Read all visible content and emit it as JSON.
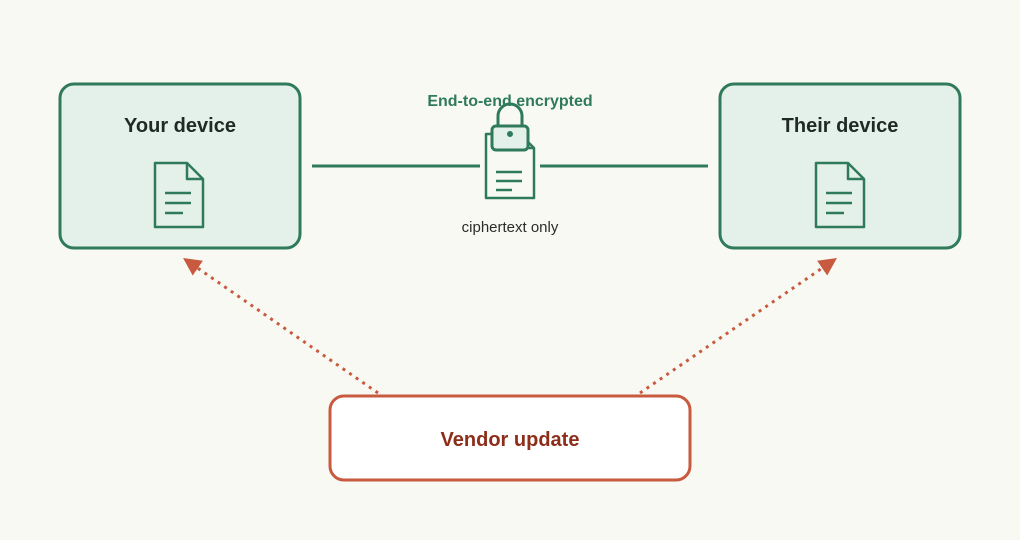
{
  "colors": {
    "background": "#f9f9f4",
    "trusted_stroke": "#2f7a5a",
    "trusted_fill": "#e4f1ea",
    "vendor_stroke": "#c85a3f",
    "vendor_text": "#8c2e1a",
    "vendor_fill": "#ffffff"
  },
  "nodes": {
    "your_device": {
      "label": "Your device",
      "icon": "document-icon"
    },
    "their_device": {
      "label": "Their device",
      "icon": "document-icon"
    },
    "vendor": {
      "label": "Vendor update"
    }
  },
  "channel": {
    "label": "End-to-end encrypted",
    "sublabel": "ciphertext only",
    "icon": "locked-document-icon"
  }
}
